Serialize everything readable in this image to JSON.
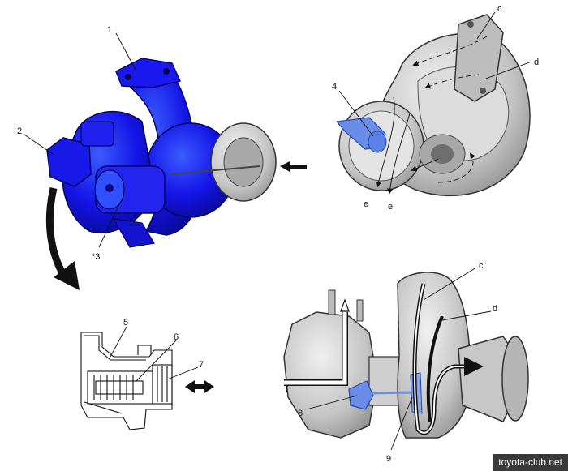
{
  "labels": {
    "n1": "1",
    "n2": "2",
    "n3": "*3",
    "n4": "4",
    "n5": "5",
    "n6": "6",
    "n7": "7",
    "n8": "8",
    "n9": "9",
    "c_top": "c",
    "d_top": "d",
    "e_left": "e",
    "e_right": "e",
    "c_bottom": "c",
    "d_bottom": "d",
    "f": "f"
  },
  "watermark": "toyota-club.net",
  "colors": {
    "component_highlight": "#1414e6",
    "valve_highlight": "#6a8ee8",
    "housing_gray": "#c9c9c9",
    "line": "#111111"
  }
}
